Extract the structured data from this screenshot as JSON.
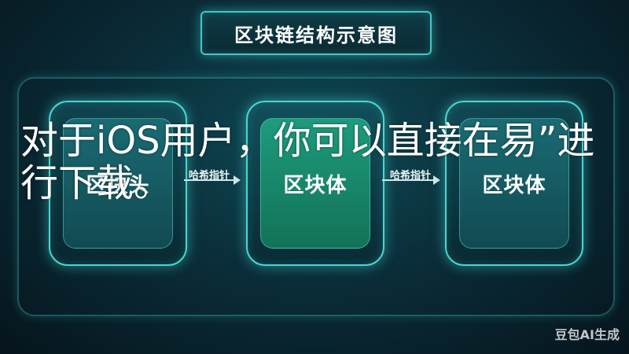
{
  "title": "区块链结构示意图",
  "blocks": [
    {
      "label": "区块头"
    },
    {
      "label": "区块体"
    },
    {
      "label": "区块体"
    }
  ],
  "arrows": [
    {
      "label": "哈希指针"
    },
    {
      "label": "哈希指针"
    }
  ],
  "overlay_text": "对于iOS用户，你可以直接在易”进行下载。",
  "watermark": "豆包AI生成"
}
